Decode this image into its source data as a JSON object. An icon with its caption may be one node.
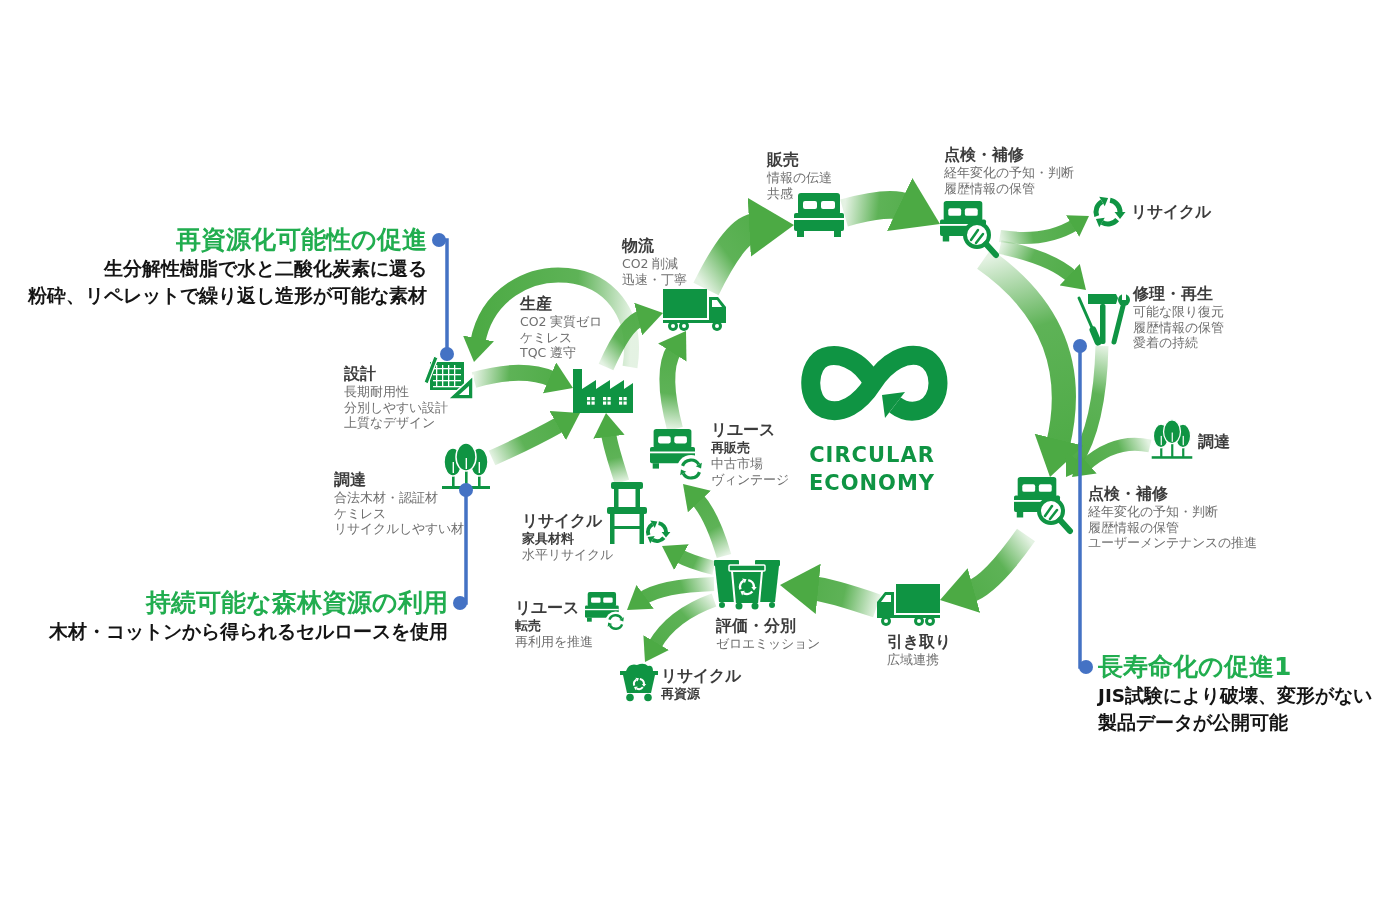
{
  "diagram": {
    "nodes": [
      {
        "text": [
          "設計",
          "長期耐用性",
          "分別しやすい設計",
          "上質なデザイン"
        ]
      },
      {
        "text": [],
        "shape": "picture",
        "in": 0
      },
      {
        "text": [
          "調達",
          "合法木材・認証材",
          "ケミレス",
          "リサイクルしやすい材"
        ]
      },
      {
        "text": [],
        "shape": "picture",
        "in": 2
      },
      {
        "text": [
          "生産",
          "CO2 実質ゼロ",
          "ケミレス",
          "TQC 遵守"
        ]
      },
      {
        "text": [],
        "shape": "picture",
        "in": 4
      },
      {
        "text": [
          "物流",
          "CO2 削減",
          "迅速・丁寧"
        ]
      },
      {
        "text": [],
        "shape": "picture",
        "in": 6
      },
      {
        "text": [
          "販売",
          "情報の伝達",
          "共感"
        ]
      },
      {
        "text": [],
        "shape": "picture",
        "in": 8
      },
      {
        "text": [
          "点検・補修",
          "経年変化の予知・判断",
          "履歴情報の保管"
        ]
      },
      {
        "text": [],
        "shape": "picture",
        "in": 10
      },
      {
        "text": [
          "リサイクル"
        ]
      },
      {
        "text": [],
        "shape": "picture",
        "in": 12
      },
      {
        "text": [
          "修理・再生",
          "可能な限り復元",
          "履歴情報の保管",
          "愛着の持続"
        ]
      },
      {
        "text": [],
        "shape": "picture",
        "in": 14
      },
      {
        "text": [
          "調達"
        ]
      },
      {
        "text": [],
        "shape": "picture",
        "in": 16
      },
      {
        "text": [
          "点検・補修",
          "経年変化の予知・判断",
          "履歴情報の保管",
          "ユーザーメンテナンスの推進"
        ]
      },
      {
        "text": [],
        "shape": "picture",
        "in": 18
      },
      {
        "text": [
          "引き取り",
          "広域連携"
        ]
      },
      {
        "text": [],
        "shape": "picture",
        "in": 20
      },
      {
        "text": [
          "評価・分別",
          "ゼロエミッション"
        ]
      },
      {
        "text": [],
        "shape": "picture",
        "in": 22
      },
      {
        "text": [
          "リサイクル",
          "再資源"
        ]
      },
      {
        "text": [],
        "shape": "picture",
        "in": 24
      },
      {
        "text": [
          "リユース",
          "転売",
          "再利用を推進"
        ]
      },
      {
        "text": [],
        "shape": "picture",
        "in": 26
      },
      {
        "text": [
          "リサイクル",
          "家具材料",
          "水平リサイクル"
        ]
      },
      {
        "text": [],
        "shape": "picture",
        "in": 28
      },
      {
        "text": [
          "リユース",
          "再販売",
          "中古市場",
          "ヴィンテージ"
        ]
      },
      {
        "text": [],
        "shape": "picture",
        "in": 30
      },
      {
        "text": [
          "再資源化可能性の促進",
          "生分解性樹脂で水と二酸化炭素に還る",
          "粉砕、リペレットで繰り返し造形が可能な素材"
        ]
      },
      {
        "text": [
          "持続可能な森林資源の利用",
          "木材・コットンから得られるセルロースを使用"
        ]
      },
      {
        "text": [
          "長寿命化の促進1",
          "JIS試験により破壊、変形がない製品データが公開可能"
        ]
      }
    ],
    "edges": [
      {
        "from": 1,
        "to": 5,
        "arrow": "to"
      },
      {
        "from": 3,
        "to": 5,
        "arrow": "to"
      },
      {
        "from": 5,
        "to": 1,
        "arrow": "to"
      },
      {
        "from": 5,
        "to": 7,
        "arrow": "to"
      },
      {
        "from": 31,
        "to": 7,
        "arrow": "to"
      },
      {
        "from": 7,
        "to": 9,
        "arrow": "to"
      },
      {
        "from": 9,
        "to": 11,
        "arrow": "to"
      },
      {
        "from": 11,
        "to": 13,
        "arrow": "to"
      },
      {
        "from": 11,
        "to": 15,
        "arrow": "to"
      },
      {
        "from": 11,
        "to": 19,
        "arrow": "to"
      },
      {
        "from": 15,
        "to": 19,
        "arrow": "to"
      },
      {
        "from": 17,
        "to": 19,
        "arrow": "to"
      },
      {
        "from": 19,
        "to": 21,
        "arrow": "to"
      },
      {
        "from": 21,
        "to": 23,
        "arrow": "to"
      },
      {
        "from": 23,
        "to": 31,
        "arrow": "to"
      },
      {
        "from": 23,
        "to": 29,
        "arrow": "to"
      },
      {
        "from": 23,
        "to": 27,
        "arrow": "to"
      },
      {
        "from": 23,
        "to": 25,
        "arrow": "to"
      },
      {
        "from": 29,
        "to": 5,
        "arrow": "to"
      },
      {
        "from": 32,
        "to": 1,
        "arrow": "other",
        "color": "#4472c4"
      },
      {
        "from": 33,
        "to": 3,
        "arrow": "other",
        "color": "#4472c4"
      },
      {
        "from": 34,
        "to": 15,
        "arrow": "other",
        "color": "#4472c4"
      }
    ],
    "labels": [
      "CIRCULAR ECONOMY"
    ]
  }
}
